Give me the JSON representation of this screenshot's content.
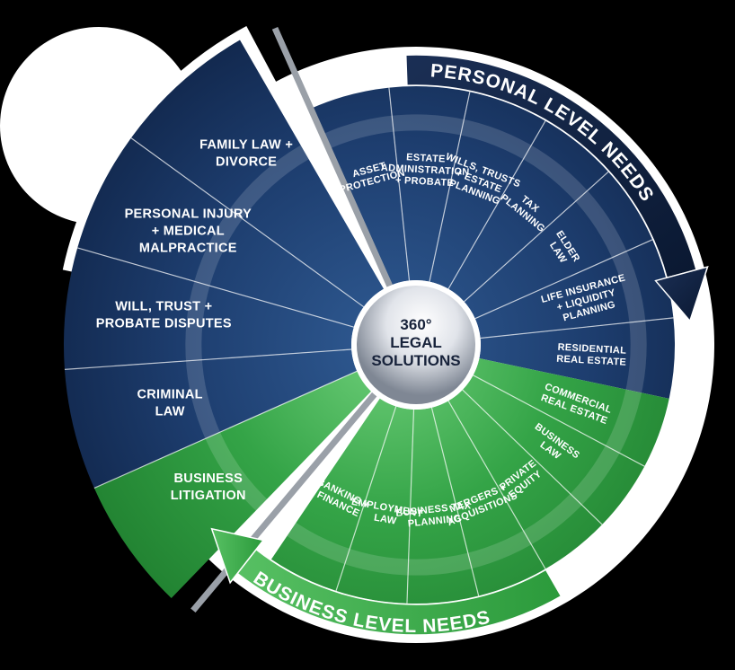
{
  "center": {
    "lines": [
      "360°",
      "LEGAL",
      "SOLUTIONS"
    ]
  },
  "personal_banner": "PERSONAL LEVEL NEEDS",
  "business_banner": "BUSINESS LEVEL NEEDS",
  "left_sectors": [
    {
      "id": "family-law",
      "lines": [
        "FAMILY LAW +",
        "DIVORCE"
      ]
    },
    {
      "id": "personal-injury",
      "lines": [
        "PERSONAL INJURY",
        "+ MEDICAL",
        "MALPRACTICE"
      ]
    },
    {
      "id": "will-trust-disputes",
      "lines": [
        "WILL, TRUST +",
        "PROBATE DISPUTES"
      ]
    },
    {
      "id": "criminal-law",
      "lines": [
        "CRIMINAL",
        "LAW"
      ]
    },
    {
      "id": "business-litigation",
      "lines": [
        "BUSINESS",
        "LITIGATION"
      ]
    }
  ],
  "personal_sectors": [
    {
      "id": "asset-protection",
      "lines": [
        "ASSET",
        "PROTECTION"
      ]
    },
    {
      "id": "estate-administration",
      "lines": [
        "ESTATE",
        "ADMINISTRATION",
        "+ PROBATE"
      ]
    },
    {
      "id": "wills-trusts",
      "lines": [
        "WILLS, TRUSTS",
        "+ ESTATE",
        "PLANNING"
      ]
    },
    {
      "id": "tax-planning",
      "lines": [
        "TAX",
        "PLANNING"
      ]
    },
    {
      "id": "elder-law",
      "lines": [
        "ELDER",
        "LAW"
      ]
    },
    {
      "id": "life-insurance",
      "lines": [
        "LIFE INSURANCE",
        "+ LIQUIDITY",
        "PLANNING"
      ]
    },
    {
      "id": "residential-real-estate",
      "lines": [
        "RESIDENTIAL",
        "REAL ESTATE"
      ]
    }
  ],
  "business_sectors": [
    {
      "id": "commercial-real-estate",
      "lines": [
        "COMMERCIAL",
        "REAL ESTATE"
      ]
    },
    {
      "id": "business-law",
      "lines": [
        "BUSINESS",
        "LAW"
      ]
    },
    {
      "id": "private-equity",
      "lines": [
        "PRIVATE",
        "EQUITY"
      ]
    },
    {
      "id": "mergers-acquisitions",
      "lines": [
        "MERGERS +",
        "ACQUISITIONS"
      ]
    },
    {
      "id": "business-tax-planning",
      "lines": [
        "BUSINESS TAX",
        "PLANNING"
      ]
    },
    {
      "id": "employment-law",
      "lines": [
        "EMPLOYMENT",
        "LAW"
      ]
    },
    {
      "id": "banking-finance",
      "lines": [
        "BANKING +",
        "FINANCE"
      ]
    }
  ],
  "colors": {
    "navy_dark": "#0f2346",
    "navy": "#1d3d6e",
    "navy_light": "#2f5a92",
    "green_dark": "#1d7a2c",
    "green": "#34a447",
    "green_light": "#6fcf7a",
    "background": "#000000",
    "outline": "#ffffff"
  }
}
